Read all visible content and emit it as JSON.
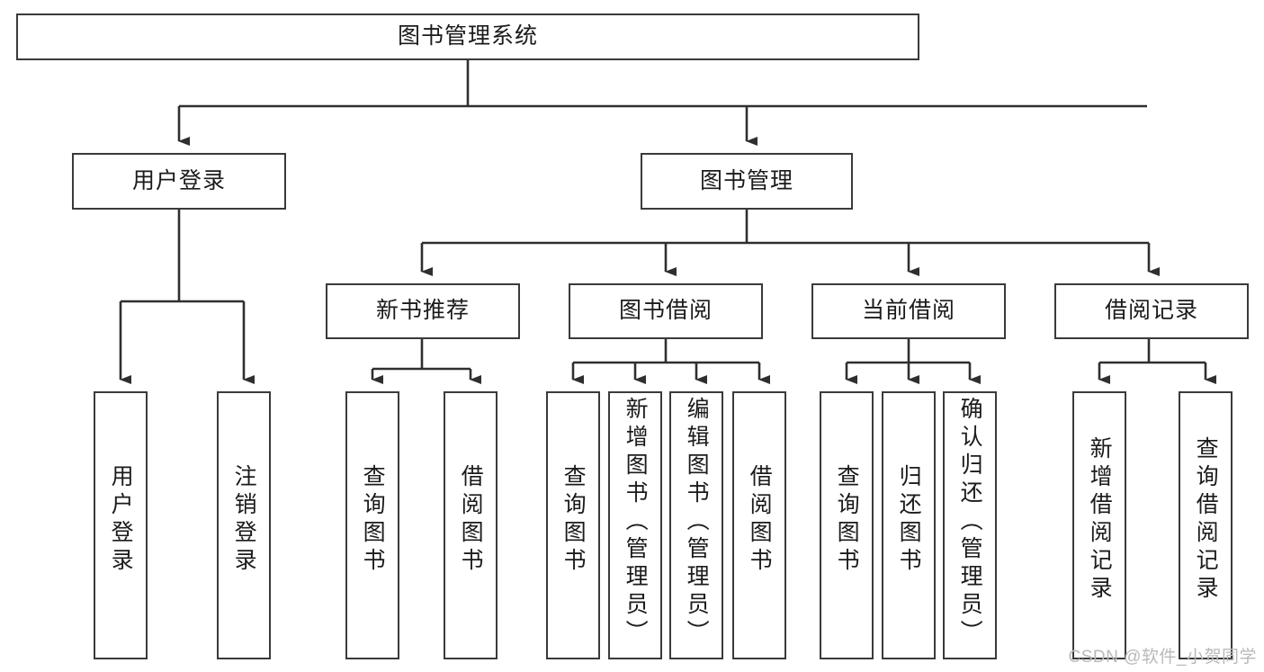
{
  "diagram": {
    "title": "图书管理系统",
    "type": "tree-hierarchy-chart",
    "root": {
      "label": "图书管理系统"
    },
    "level2": [
      {
        "label": "用户登录"
      },
      {
        "label": "图书管理"
      }
    ],
    "level3": [
      {
        "label": "新书推荐"
      },
      {
        "label": "图书借阅"
      },
      {
        "label": "当前借阅"
      },
      {
        "label": "借阅记录"
      }
    ],
    "leaves": {
      "user_login": [
        {
          "label": "用户登录"
        },
        {
          "label": "注销登录"
        }
      ],
      "new_book_recommend": [
        {
          "label": "查询图书"
        },
        {
          "label": "借阅图书"
        }
      ],
      "book_borrow": [
        {
          "label": "查询图书"
        },
        {
          "label": "新增图书（管理员）"
        },
        {
          "label": "编辑图书（管理员）"
        },
        {
          "label": "借阅图书"
        }
      ],
      "current_borrow": [
        {
          "label": "查询图书"
        },
        {
          "label": "归还图书"
        },
        {
          "label": "确认归还（管理员）"
        }
      ],
      "borrow_record": [
        {
          "label": "新增借阅记录"
        },
        {
          "label": "查询借阅记录"
        }
      ]
    }
  },
  "watermark": {
    "text": "CSDN @软件_小贺同学"
  },
  "colors": {
    "box_border": "#3a3a3a",
    "box_fill": "#ffffff",
    "text": "#1b1b1b",
    "connector": "#2f2f2f",
    "watermark": "#b9b9b9",
    "background": "#ffffff"
  }
}
